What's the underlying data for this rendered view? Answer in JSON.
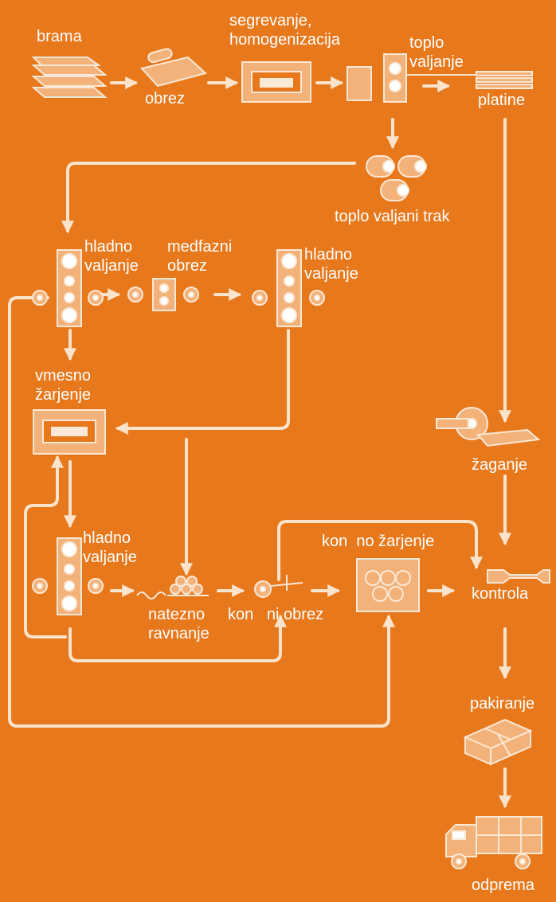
{
  "colors": {
    "background": "#e8781c",
    "line": "#fbe3cc",
    "machine_fill": "#f2b27a",
    "machine_stroke": "#fbe8d6",
    "text": "#ffffff"
  },
  "labels": {
    "brama": "brama",
    "obrez": "obrez",
    "segrevanje": "segrevanje,",
    "homogenizacija": "homogenizacija",
    "toplo": "toplo",
    "valjanje_top": "valjanje",
    "platine": "platine",
    "toplo_valjani_trak": "toplo valjani trak",
    "hladno_1": "hladno",
    "valjanje_1": "valjanje",
    "medfazni": "medfazni",
    "obrez_2": "obrez",
    "hladno_2": "hladno",
    "valjanje_2": "valjanje",
    "vmesno": "vmesno",
    "zarjenje": "žarjenje",
    "zaganje": "žaganje",
    "hladno_3": "hladno",
    "valjanje_3": "valjanje",
    "koncno_zarjenje": "kon  no žarjenje",
    "natezno": "natezno",
    "ravnanje": "ravnanje",
    "koncni_obrez": "kon   ni obrez",
    "kontrola": "kontrola",
    "pakiranje": "pakiranje",
    "odprema": "odprema"
  }
}
